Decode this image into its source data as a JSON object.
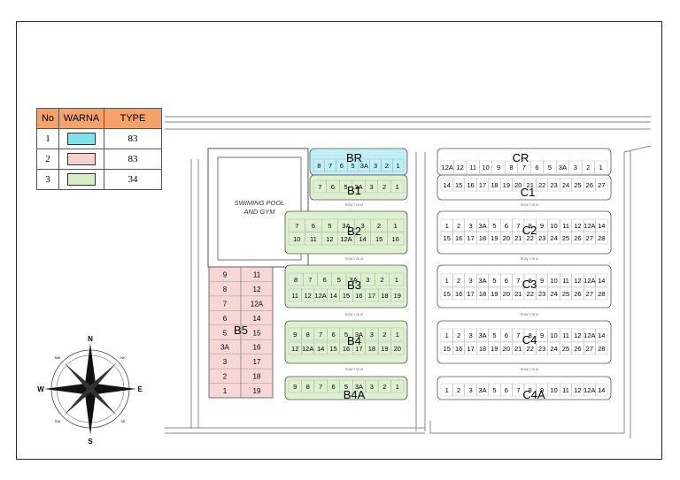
{
  "legend": {
    "headers": {
      "no": "No",
      "warna": "WARNA",
      "type": "TYPE"
    },
    "rows": [
      {
        "no": "1",
        "color": "#7fe3ef",
        "type": "83"
      },
      {
        "no": "2",
        "color": "#f7d0d0",
        "type": "83"
      },
      {
        "no": "3",
        "color": "#d7efc4",
        "type": "34"
      }
    ]
  },
  "compass": {
    "n": "N",
    "s": "S",
    "e": "E",
    "w": "W",
    "ne": "NE",
    "nw": "NW",
    "se": "SE",
    "sw": "SW"
  },
  "facility": {
    "line1": "SWIMING POOL",
    "line2": "AND GYM"
  },
  "colors": {
    "cyan": "#bfeff5",
    "pink": "#f7d6d6",
    "green": "#ddf0cf",
    "grey": "#ffffff"
  },
  "blocks": [
    {
      "id": "BR",
      "fill": "cyan",
      "rows": [
        [
          "8",
          "7",
          "6",
          "5",
          "3A",
          "3",
          "2",
          "1"
        ]
      ]
    },
    {
      "id": "B1",
      "fill": "green",
      "rows": [
        [
          "7",
          "6",
          "5",
          "3A",
          "3",
          "2",
          "1"
        ]
      ]
    },
    {
      "id": "B2",
      "fill": "green",
      "rows": [
        [
          "7",
          "6",
          "5",
          "3A",
          "3",
          "2",
          "1"
        ],
        [
          "10",
          "11",
          "12",
          "12A",
          "14",
          "15",
          "16"
        ]
      ]
    },
    {
      "id": "B3",
      "fill": "green",
      "rows": [
        [
          "8",
          "7",
          "6",
          "5",
          "3A",
          "3",
          "2",
          "1"
        ],
        [
          "11",
          "12",
          "12A",
          "14",
          "15",
          "16",
          "17",
          "18",
          "19"
        ]
      ]
    },
    {
      "id": "B4",
      "fill": "green",
      "rows": [
        [
          "9",
          "8",
          "7",
          "6",
          "5",
          "3A",
          "3",
          "2",
          "1"
        ],
        [
          "12",
          "12A",
          "14",
          "15",
          "16",
          "17",
          "18",
          "19",
          "20"
        ]
      ]
    },
    {
      "id": "B4A",
      "fill": "green",
      "rows": [
        [
          "9",
          "8",
          "7",
          "6",
          "5",
          "3A",
          "3",
          "2",
          "1"
        ]
      ]
    },
    {
      "id": "B5",
      "fill": "pink",
      "left": [
        "9",
        "8",
        "7",
        "6",
        "5",
        "3A",
        "3",
        "2",
        "1"
      ],
      "right": [
        "11",
        "12",
        "12A",
        "14",
        "15",
        "16",
        "17",
        "18",
        "19"
      ]
    },
    {
      "id": "CR",
      "fill": "grey",
      "rows": [
        [
          "12A",
          "12",
          "11",
          "10",
          "9",
          "8",
          "7",
          "6",
          "5",
          "3A",
          "3",
          "2",
          "1"
        ]
      ]
    },
    {
      "id": "C1",
      "fill": "grey",
      "rows": [
        [
          "14",
          "15",
          "16",
          "17",
          "18",
          "19",
          "20",
          "21",
          "22",
          "23",
          "24",
          "25",
          "26",
          "27"
        ]
      ]
    },
    {
      "id": "C2",
      "fill": "grey",
      "rows": [
        [
          "1",
          "2",
          "3",
          "3A",
          "5",
          "6",
          "7",
          "8",
          "9",
          "10",
          "11",
          "12",
          "12A",
          "14"
        ],
        [
          "15",
          "16",
          "17",
          "18",
          "19",
          "20",
          "21",
          "22",
          "23",
          "24",
          "25",
          "26",
          "27",
          "28"
        ]
      ]
    },
    {
      "id": "C3",
      "fill": "grey",
      "rows": [
        [
          "1",
          "2",
          "3",
          "3A",
          "5",
          "6",
          "7",
          "8",
          "9",
          "10",
          "11",
          "12",
          "12A",
          "14"
        ],
        [
          "15",
          "16",
          "17",
          "18",
          "19",
          "20",
          "21",
          "22",
          "23",
          "24",
          "25",
          "26",
          "27",
          "28"
        ]
      ]
    },
    {
      "id": "C4",
      "fill": "grey",
      "rows": [
        [
          "1",
          "2",
          "3",
          "3A",
          "5",
          "6",
          "7",
          "8",
          "9",
          "10",
          "11",
          "12",
          "12A",
          "14"
        ],
        [
          "15",
          "16",
          "17",
          "18",
          "19",
          "20",
          "21",
          "22",
          "23",
          "24",
          "25",
          "26",
          "27",
          "28"
        ]
      ]
    },
    {
      "id": "C4A",
      "fill": "grey",
      "rows": [
        [
          "1",
          "2",
          "3",
          "3A",
          "5",
          "6",
          "7",
          "8",
          "9",
          "10",
          "11",
          "12",
          "12A",
          "14"
        ]
      ]
    }
  ],
  "roads": {
    "label": "ROW 7.00 M"
  }
}
